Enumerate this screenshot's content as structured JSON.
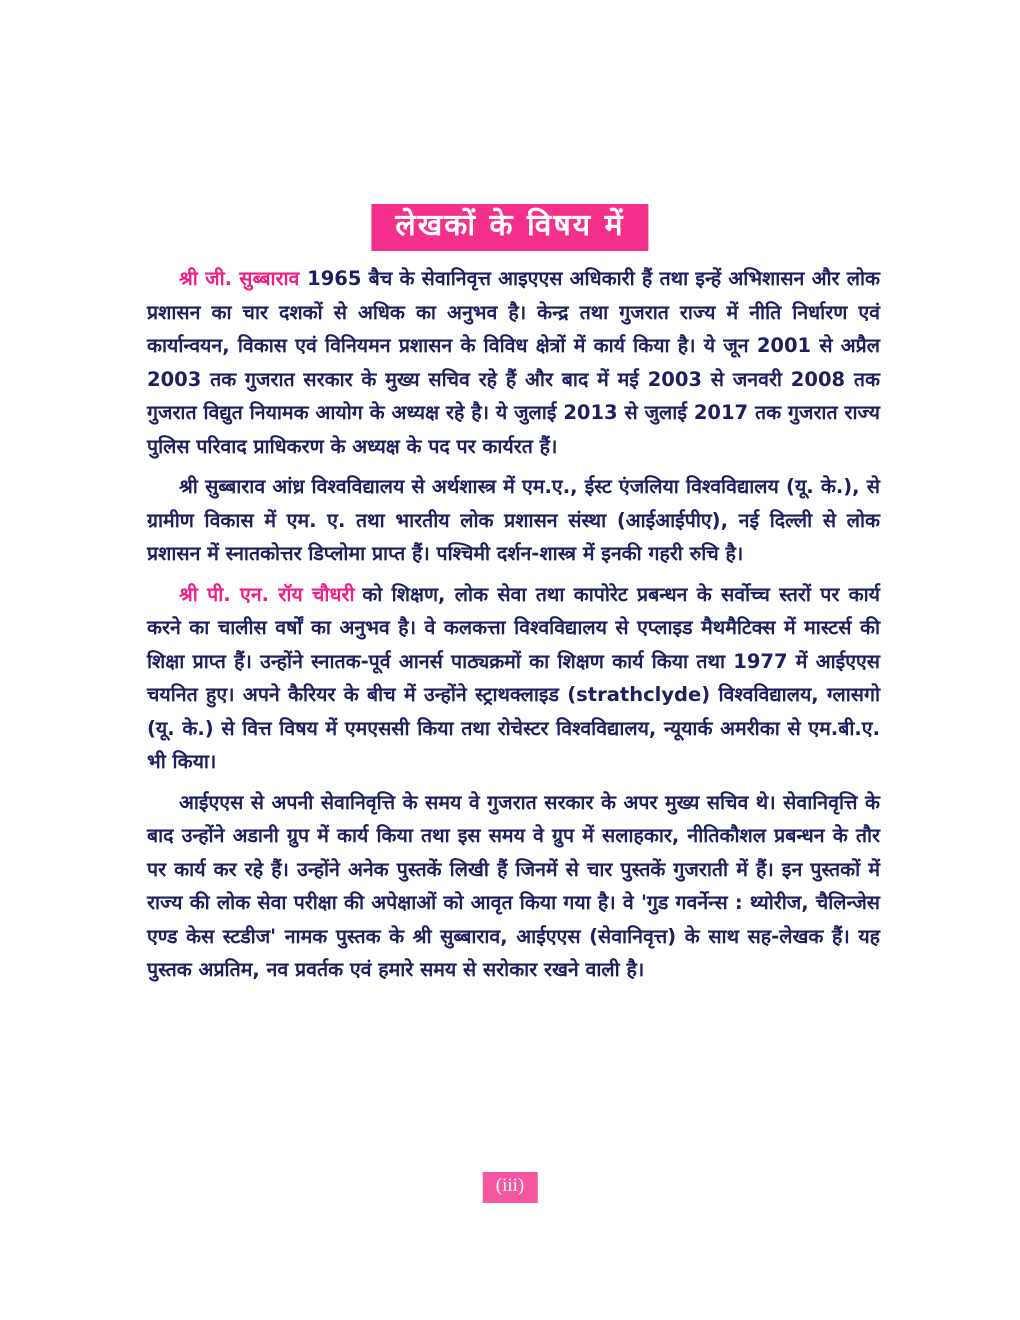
{
  "page": {
    "title": "लेखकों के विषय में",
    "page_number": "(iii)",
    "accent_color": "#f5308c",
    "badge_color": "#f5569e",
    "text_color": "#1f1f60",
    "background_color": "#ffffff"
  },
  "paragraphs": [
    {
      "lead": "श्री जी. सुब्बाराव",
      "text": "1965 बैच के सेवानिवृत्त आइएएस अधिकारी हैं तथा इन्हें अभिशासन और लोक प्रशासन का चार दशकों से अधिक का अनुभव है। केन्द्र तथा गुजरात राज्य में नीति निर्धारण एवं कार्यान्वयन, विकास एवं विनियमन प्रशासन के विविध क्षेत्रों में कार्य किया है। ये जून 2001 से अप्रैल 2003 तक गुजरात सरकार के मुख्य सचिव रहे हैं और बाद में मई 2003 से जनवरी 2008 तक गुजरात विद्युत नियामक आयोग के अध्यक्ष रहे है। ये जुलाई 2013 से जुलाई 2017 तक गुजरात राज्य पुलिस परिवाद प्राधिकरण के अध्यक्ष के पद पर कार्यरत हैं।"
    },
    {
      "lead": "",
      "text": "श्री सुब्बाराव आंध्र विश्वविद्यालय से अर्थशास्त्र में एम.ए., ईस्ट एंजलिया विश्वविद्यालय (यू. के.),  से ग्रामीण विकास में एम. ए. तथा भारतीय लोक प्रशासन संस्था (आईआईपीए), नई दिल्ली से लोक प्रशासन में स्नातकोत्तर डिप्लोमा प्राप्त हैं। पश्चिमी दर्शन-शास्त्र में इनकी गहरी रुचि है।"
    },
    {
      "lead": "श्री पी. एन. रॉय चौधरी",
      "text": "को शिक्षण, लोक सेवा तथा कापोरेट प्रबन्धन के सर्वोच्च स्तरों पर कार्य करने का चालीस वर्षों  का अनुभव है। वे कलकत्ता विश्वविद्यालय से एप्लाइड मैथमैटिक्स में मास्टर्स की शिक्षा प्राप्त हैं। उन्होंने स्नातक-पूर्व आनर्स पाठ्यक्रमों का शिक्षण कार्य किया तथा 1977 में आईएएस चयनित हुए। अपने कैरियर के बीच में उन्होंने स्ट्राथक्लाइड (strathclyde) विश्वविद्यालय, ग्लासगो (यू. के.) से वित्त विषय में एमएससी किया तथा रोचेस्टर विश्वविद्यालय, न्यूयार्क अमरीका से एम.बी.ए. भी किया।"
    },
    {
      "lead": "",
      "text": "आईएएस से अपनी सेवानिवृत्ति के समय वे गुजरात सरकार के अपर मुख्य सचिव थे। सेवानिवृत्ति के बाद उन्होंने अडानी ग्रुप में कार्य किया तथा इस समय वे ग्रुप में सलाहकार, नीतिकौशल प्रबन्धन के तौर पर कार्य कर रहे हैं। उन्होंने अनेक पुस्तकें लिखी हैं जिनमें से चार पुस्तकें गुजराती में हैं। इन पुस्तकों में राज्य की लोक सेवा परीक्षा की अपेक्षाओं को आवृत किया गया है। वे 'गुड गवर्नेन्स : थ्योरीज, चैलिन्जेस एण्ड केस स्टडीज' नामक पुस्तक के श्री सुब्बाराव, आईएएस (सेवानिवृत्त) के साथ सह-लेखक हैं। यह पुस्तक अप्रतिम, नव प्रवर्तक एवं हमारे समय से सरोकार रखने वाली है।"
    }
  ]
}
